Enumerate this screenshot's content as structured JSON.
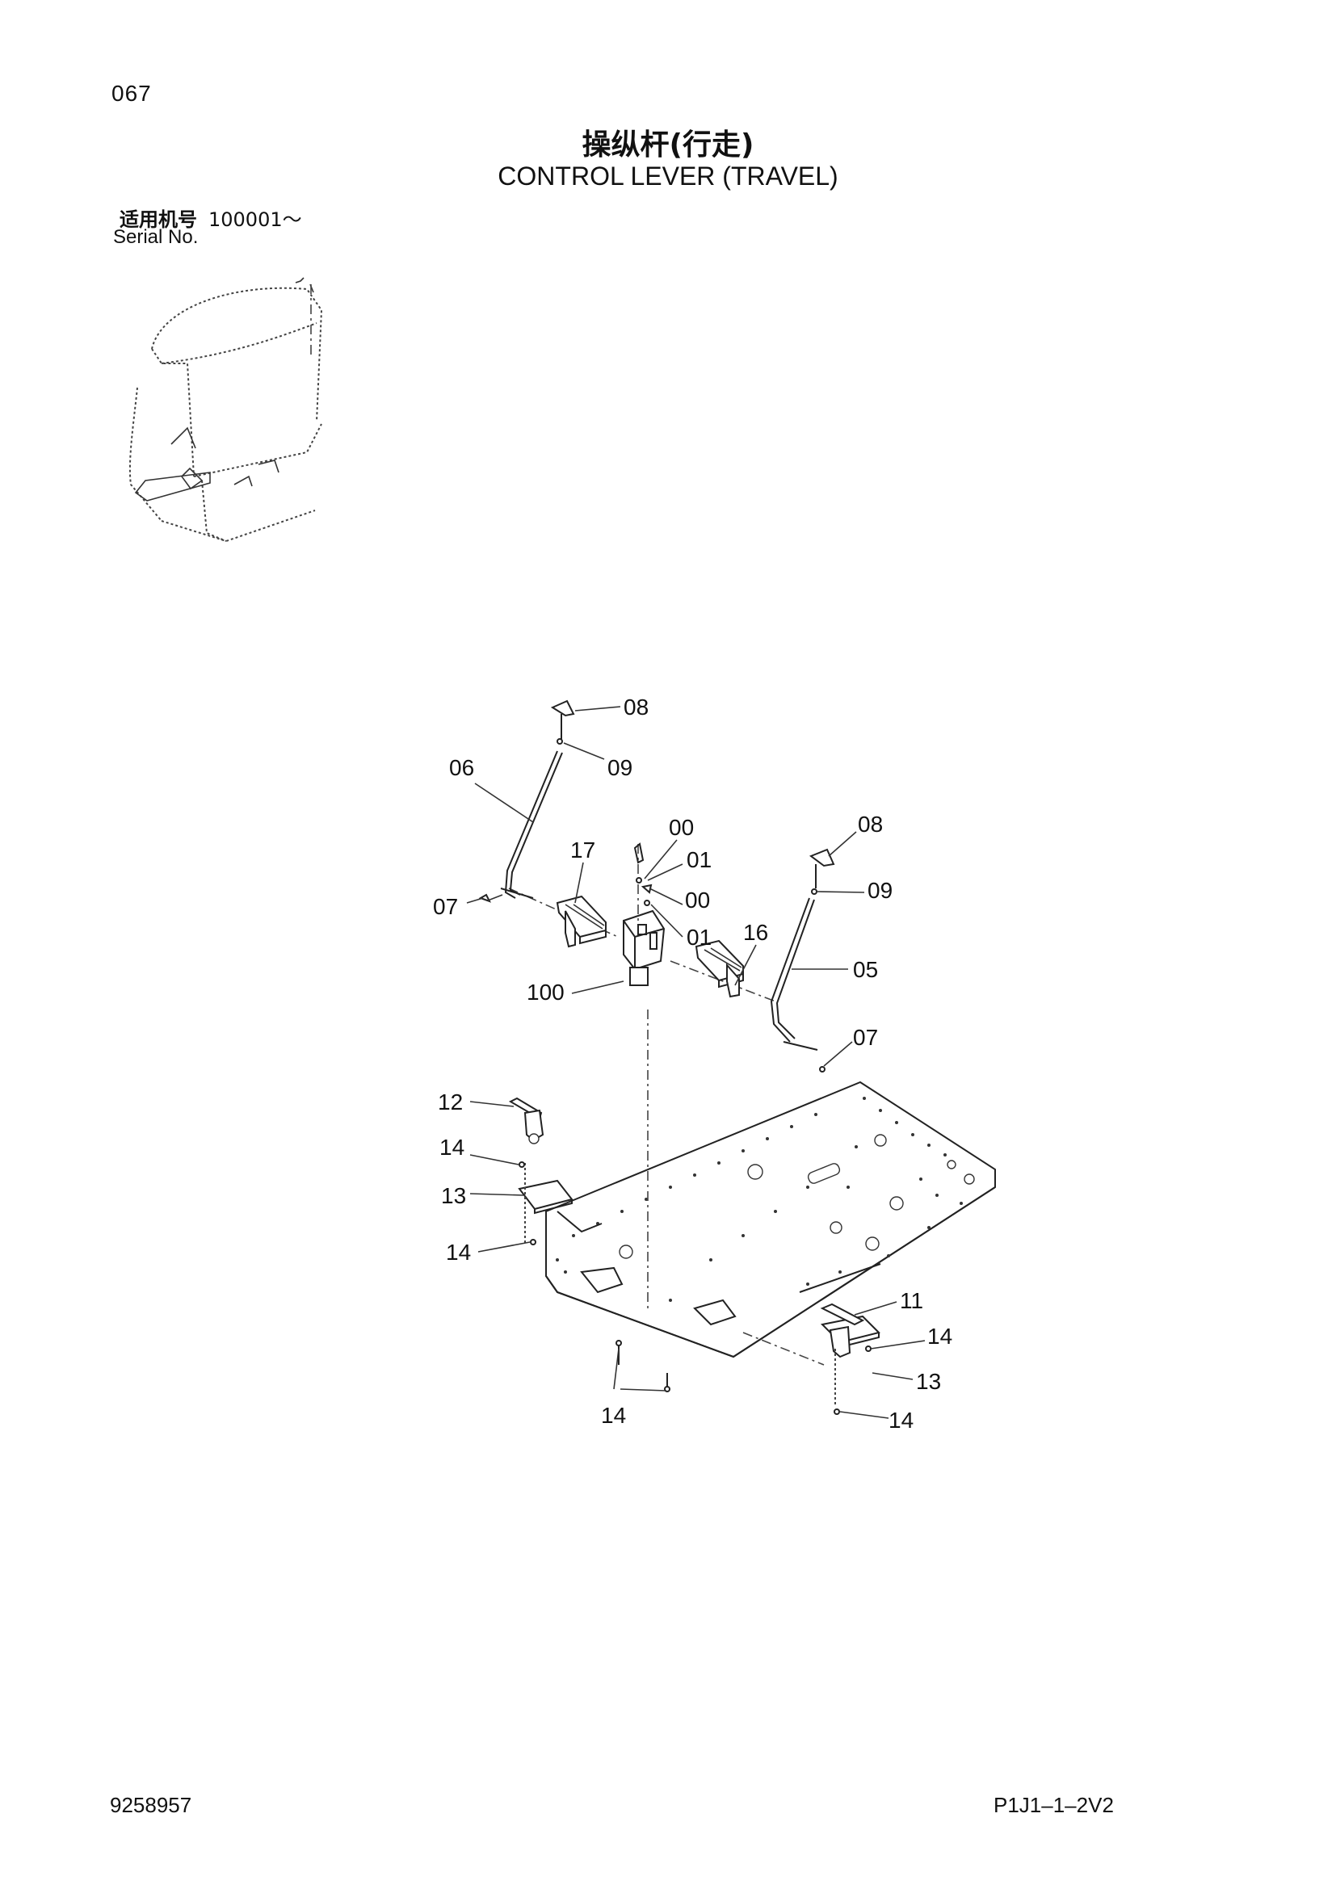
{
  "header": {
    "page_number": "067",
    "title_cn": "操纵杆(行走)",
    "title_en": "CONTROL LEVER (TRAVEL)",
    "serial_label_cn": "适用机号",
    "serial_range": "100001～",
    "serial_label_en": "Serial No."
  },
  "callouts": {
    "c08a": "08",
    "c09a": "09",
    "c06": "06",
    "c17": "17",
    "c07a": "07",
    "c00a": "00",
    "c01a": "01",
    "c00b": "00",
    "c01b": "01",
    "c08b": "08",
    "c09b": "09",
    "c16": "16",
    "c100": "100",
    "c05": "05",
    "c07b": "07",
    "c12": "12",
    "c14a": "14",
    "c13a": "13",
    "c14b": "14",
    "c11": "11",
    "c14c": "14",
    "c13b": "13",
    "c14d": "14",
    "c14e": "14"
  },
  "footer": {
    "doc_number": "9258957",
    "page_code": "P1J1–1–2V2"
  }
}
